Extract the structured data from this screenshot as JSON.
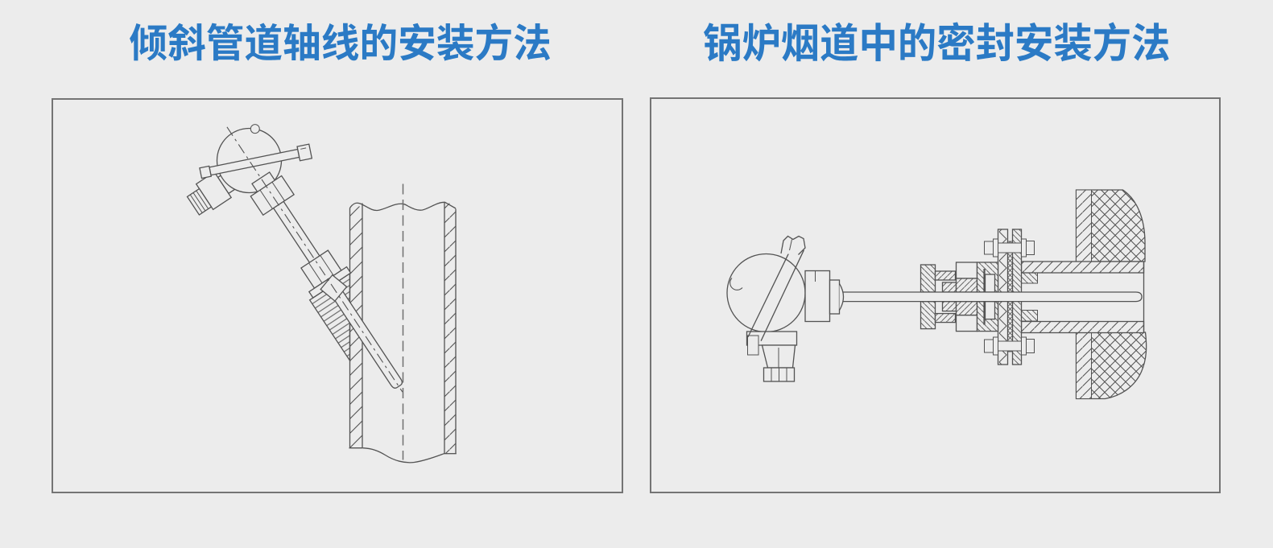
{
  "page": {
    "background": "#ececec",
    "line_color": "#525252",
    "title_color": "#2b7ac5",
    "frame_border_color": "#747474"
  },
  "panels": [
    {
      "id": "inclined-pipe",
      "title": "倾斜管道轴线的安装方法",
      "drawing": "thermocouple-installed-on-inclined-pipe-axis"
    },
    {
      "id": "boiler-flue",
      "title": "锅炉烟道中的密封安装方法",
      "drawing": "thermocouple-sealed-installation-in-boiler-flue"
    }
  ]
}
